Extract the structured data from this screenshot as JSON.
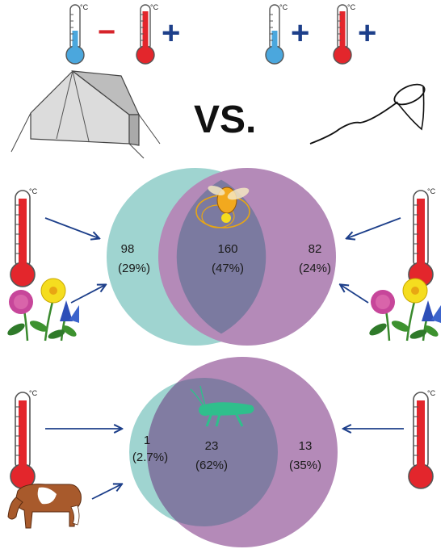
{
  "header": {
    "vs_label": "VS.",
    "left_signs": [
      "−",
      "+"
    ],
    "right_signs": [
      "+",
      "+"
    ],
    "degree_unit": "°C"
  },
  "venn_top": {
    "left_count": "98",
    "left_pct": "(29%)",
    "overlap_count": "160",
    "overlap_pct": "(47%)",
    "right_count": "82",
    "right_pct": "(24%)",
    "overlap_icon": "bee-on-flower-icon"
  },
  "venn_bottom": {
    "left_count": "1",
    "left_pct": "(2.7%)",
    "overlap_count": "23",
    "overlap_pct": "(62%)",
    "right_count": "13",
    "right_pct": "(35%)",
    "overlap_icon": "grasshopper-icon"
  },
  "colors": {
    "teal": "#9fd4d0",
    "purple": "#b48ab8",
    "overlap": "#7b7aa0",
    "arrow": "#1d3f8a",
    "minus": "#d6232a",
    "plus": "#1d3f8a",
    "thermo_red": "#e3262c",
    "thermo_blue": "#4ba7dd"
  },
  "icons": [
    "thermometer-icon",
    "tent-icon",
    "sweep-net-icon",
    "flowers-icon",
    "cow-icon",
    "arrow-icon"
  ]
}
